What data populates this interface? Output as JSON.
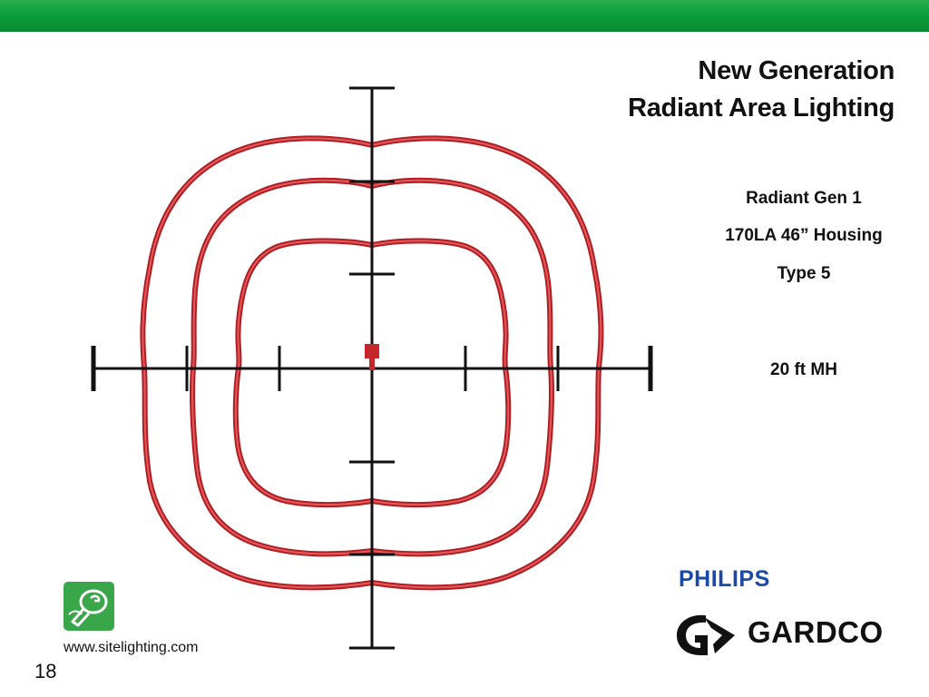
{
  "slide": {
    "title_line1": "New Generation",
    "title_line2": "Radiant Area Lighting",
    "page_number": "18",
    "website": "www.sitelighting.com"
  },
  "info": {
    "product": "Radiant Gen 1",
    "housing": "170LA 46” Housing",
    "type": "Type 5",
    "mounting_height": "20 ft MH"
  },
  "brands": {
    "philips": "PHILIPS",
    "gardco": "GARDCO"
  },
  "colors": {
    "header_green": "#0a9a39",
    "isoline_red": "#c4262b",
    "philips_blue": "#1b4aa6"
  },
  "icons": {
    "site_logo": "green-bulb-logo-icon",
    "gardco_logo": "gardco-g-icon"
  },
  "diagram": {
    "isolines": 3,
    "axis_ticks_per_side": 3
  }
}
